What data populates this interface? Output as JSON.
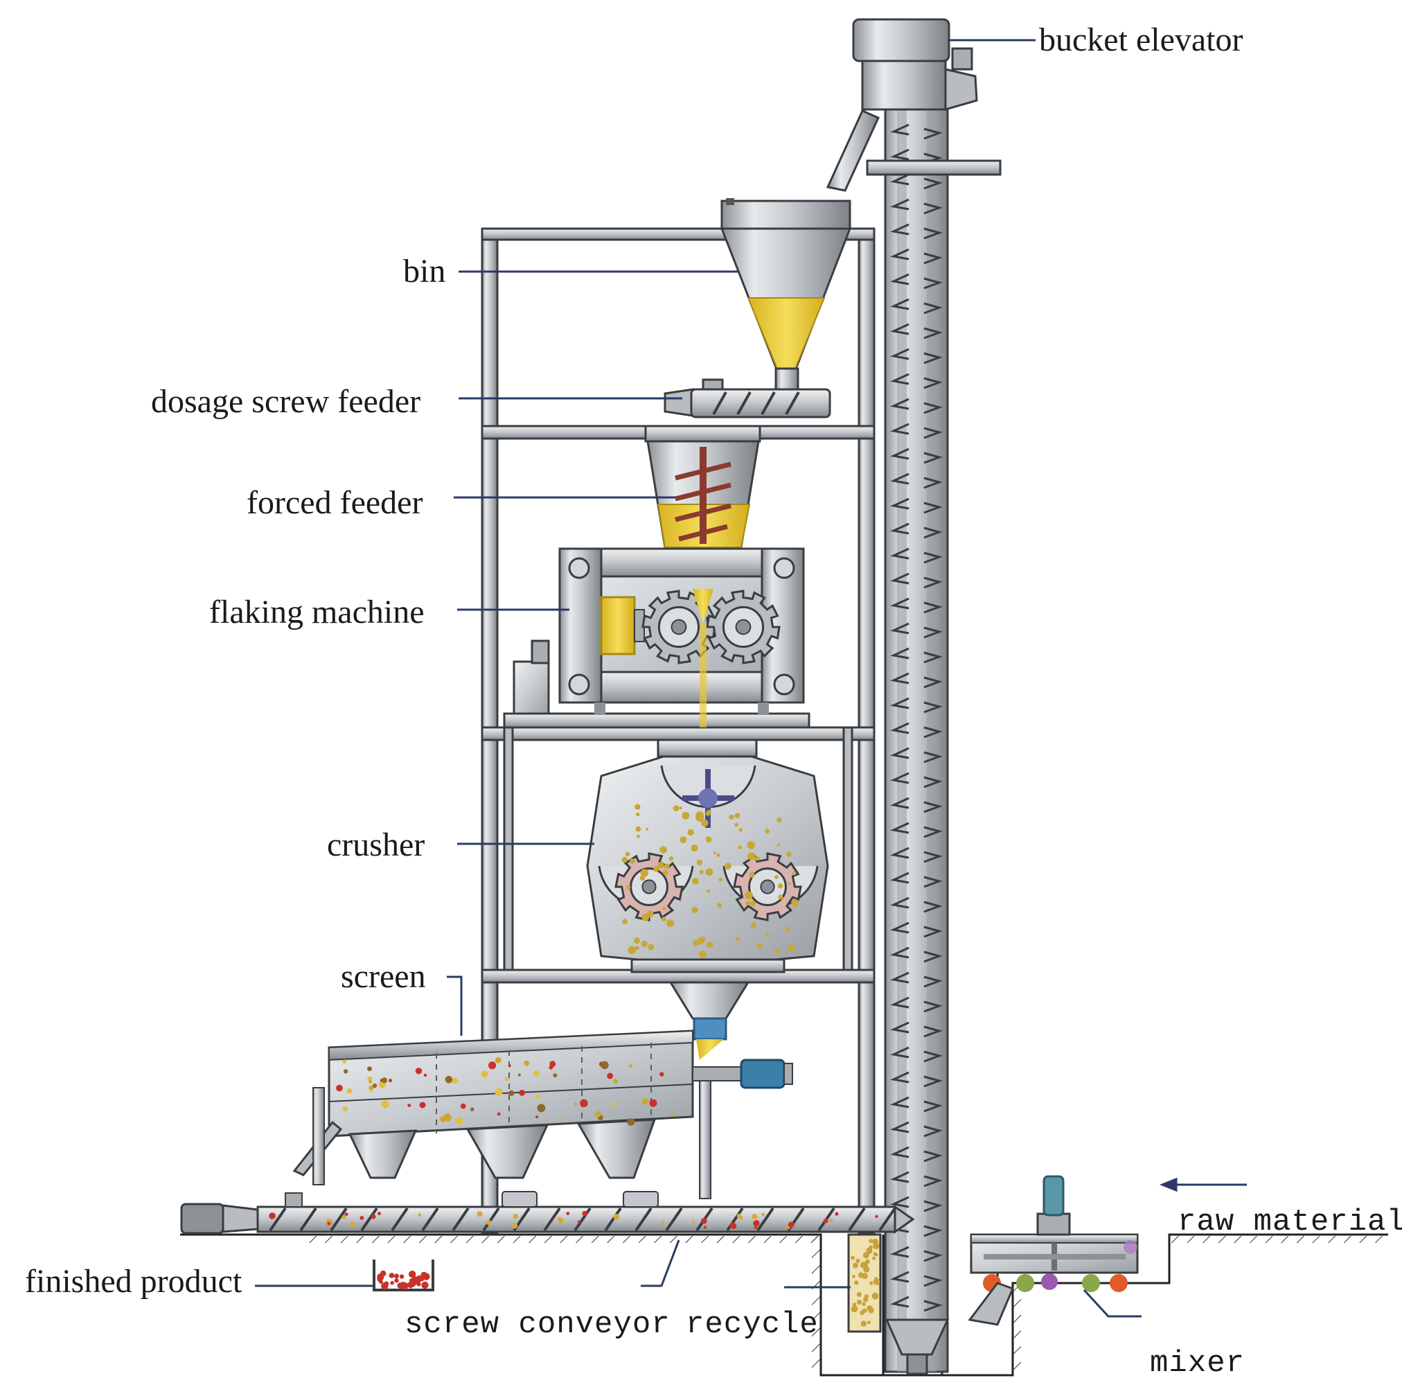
{
  "labels": {
    "bucket_elevator": "bucket elevator",
    "bin": "bin",
    "dosage_screw_feeder": "dosage screw feeder",
    "forced_feeder": "forced feeder",
    "flaking_machine": "flaking machine",
    "crusher": "crusher",
    "screen": "screen",
    "finished_product": "finished product",
    "screw_conveyor": "screw  conveyor",
    "recycle": "recycle",
    "raw_material": "raw material",
    "mixer": "mixer"
  },
  "colors": {
    "steel_light": "#e6e8ea",
    "steel_mid": "#b9bdc1",
    "steel_dark": "#7e8388",
    "outline": "#3a3d40",
    "material_yellow": "#e9c832",
    "gear_pink": "#d9b3b0",
    "motor_blue": "#3c7fa8",
    "product_red": "#c8322a",
    "leader_line": "#2b3a67"
  },
  "icons": {
    "flow_arrow": "left-arrow-icon"
  }
}
